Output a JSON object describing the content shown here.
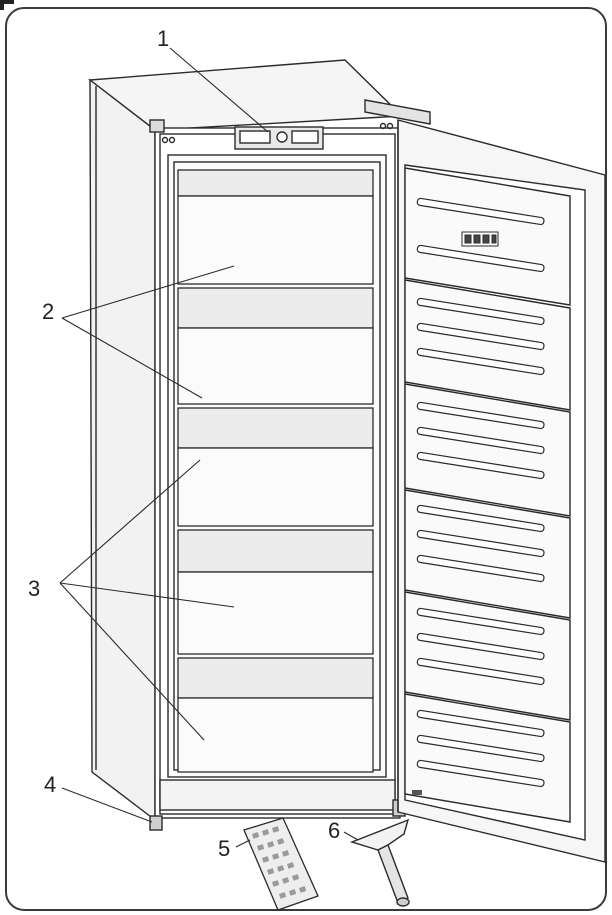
{
  "diagram": {
    "callouts": [
      {
        "id": "1",
        "label": "1"
      },
      {
        "id": "2",
        "label": "2"
      },
      {
        "id": "3",
        "label": "3"
      },
      {
        "id": "4",
        "label": "4"
      },
      {
        "id": "5",
        "label": "5"
      },
      {
        "id": "6",
        "label": "6"
      }
    ],
    "door_display_icon": "display-panel-icon",
    "colors": {
      "line": "#2b2b2b",
      "panel": "#f4f4f4",
      "shade": "#d9d9d9",
      "frame_border": "#3a3a3a"
    }
  }
}
